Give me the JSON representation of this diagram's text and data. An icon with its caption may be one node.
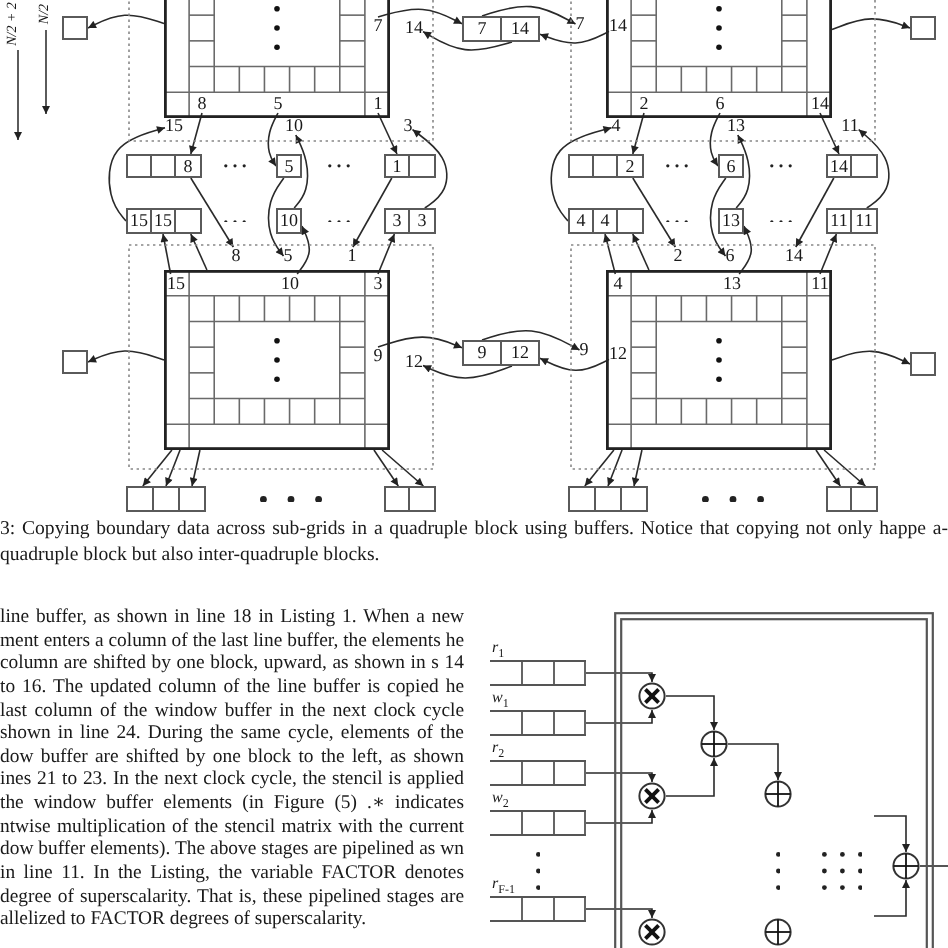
{
  "diagram": {
    "caption": "3: Copying boundary data across sub-grids in a quadruple block using buffers. Notice that copying not only happe a-quadruple block but also inter-quadruple blocks.",
    "nodes": [
      {
        "text": [],
        "shape": "box"
      },
      {
        "text": [],
        "shape": "box"
      },
      {
        "text": [],
        "shape": "grid"
      },
      {
        "text": [
          "7"
        ]
      },
      {
        "text": [
          "14"
        ],
        "in": 1
      },
      {
        "text": [
          "7"
        ]
      },
      {
        "text": [
          "14"
        ]
      },
      {
        "text": [],
        "shape": "box"
      },
      {
        "text": [
          "7"
        ],
        "in": 7
      },
      {
        "text": [],
        "shape": "grid"
      },
      {
        "text": [
          "14"
        ]
      },
      {
        "text": [],
        "shape": "box"
      },
      {
        "text": [
          "8"
        ]
      },
      {
        "text": [
          "5"
        ]
      },
      {
        "text": [
          "1"
        ]
      },
      {
        "text": [
          "2"
        ]
      },
      {
        "text": [
          "6"
        ]
      },
      {
        "text": [
          "14"
        ]
      },
      {
        "text": [
          "15"
        ],
        "in": 1
      },
      {
        "text": [
          "10"
        ],
        "in": 1
      },
      {
        "text": [
          "3"
        ],
        "in": 1
      },
      {
        "text": [
          "4"
        ],
        "in": 7
      },
      {
        "text": [
          "13"
        ],
        "in": 7
      },
      {
        "text": [
          "11"
        ],
        "in": 7
      },
      {
        "text": [],
        "shape": "box"
      },
      {
        "text": [],
        "shape": "box"
      },
      {
        "text": [
          "8"
        ]
      },
      {
        "text": [
          "5"
        ]
      },
      {
        "text": [
          "1"
        ]
      },
      {
        "text": [],
        "shape": "box"
      },
      {
        "text": [],
        "shape": "box"
      },
      {
        "text": [],
        "shape": "box"
      },
      {
        "text": [
          "2"
        ]
      },
      {
        "text": [
          "6"
        ]
      },
      {
        "text": [
          "14"
        ]
      },
      {
        "text": [],
        "shape": "box"
      },
      {
        "text": [
          "15"
        ]
      },
      {
        "text": [
          "15"
        ]
      },
      {
        "text": [],
        "shape": "box"
      },
      {
        "text": [
          "10"
        ]
      },
      {
        "text": [
          "3"
        ]
      },
      {
        "text": [
          "3"
        ]
      },
      {
        "text": [
          "4"
        ]
      },
      {
        "text": [
          "4"
        ]
      },
      {
        "text": [],
        "shape": "box"
      },
      {
        "text": [
          "13"
        ]
      },
      {
        "text": [
          "11"
        ]
      },
      {
        "text": [
          "11"
        ]
      },
      {
        "text": [],
        "shape": "box"
      },
      {
        "text": [
          "8"
        ],
        "in": 48
      },
      {
        "text": [
          "5"
        ],
        "in": 48
      },
      {
        "text": [
          "1"
        ],
        "in": 48
      },
      {
        "text": [],
        "shape": "box"
      },
      {
        "text": [
          "2"
        ],
        "in": 52
      },
      {
        "text": [
          "6"
        ],
        "in": 52
      },
      {
        "text": [
          "14"
        ],
        "in": 52
      },
      {
        "text": [],
        "shape": "grid",
        "in": 48
      },
      {
        "text": [
          "15"
        ],
        "in": 56
      },
      {
        "text": [
          "10"
        ],
        "in": 56
      },
      {
        "text": [
          "3"
        ],
        "in": 56
      },
      {
        "text": [],
        "shape": "grid",
        "in": 52
      },
      {
        "text": [
          "4"
        ],
        "in": 60
      },
      {
        "text": [
          "13"
        ],
        "in": 60
      },
      {
        "text": [
          "11"
        ],
        "in": 60
      },
      {
        "text": [],
        "shape": "box"
      },
      {
        "text": [
          "9"
        ],
        "in": 56
      },
      {
        "text": [
          "12"
        ],
        "in": 48
      },
      {
        "text": [
          "9"
        ]
      },
      {
        "text": [
          "12"
        ]
      },
      {
        "text": [
          "9"
        ],
        "in": 52
      },
      {
        "text": [
          "12"
        ],
        "in": 60
      },
      {
        "text": [],
        "shape": "box"
      },
      {
        "text": [],
        "shape": "box"
      },
      {
        "text": [],
        "shape": "box"
      },
      {
        "text": [],
        "shape": "box"
      },
      {
        "text": [],
        "shape": "box"
      },
      {
        "text": [],
        "shape": "box"
      },
      {
        "text": [],
        "shape": "box"
      },
      {
        "text": [],
        "shape": "box"
      },
      {
        "text": [],
        "shape": "box"
      },
      {
        "text": [],
        "shape": "box"
      },
      {
        "text": [],
        "shape": "box"
      },
      {
        "text": [
          "r$_{1}$"
        ]
      },
      {
        "text": [
          "w$_{1}$"
        ]
      },
      {
        "text": [
          "r$_{2}$"
        ]
      },
      {
        "text": [
          "w$_{2}$"
        ]
      },
      {
        "text": [
          "r$_{F-1}$"
        ]
      },
      {
        "text": [],
        "shape": "box"
      },
      {
        "text": [],
        "shape": "circle",
        "in": 87
      },
      {
        "text": [],
        "shape": "circle",
        "in": 87
      },
      {
        "text": [],
        "shape": "circle",
        "in": 87
      },
      {
        "text": [],
        "shape": "circle",
        "in": 87
      },
      {
        "text": [],
        "shape": "circle",
        "in": 87
      },
      {
        "text": [],
        "shape": "circle",
        "in": 87
      },
      {
        "text": [],
        "shape": "circle",
        "in": 87
      }
    ],
    "edges": [
      {
        "from": 2,
        "to": 0,
        "arrow": "to"
      },
      {
        "from": 3,
        "to": 5,
        "arrow": "to"
      },
      {
        "from": 5,
        "to": 8,
        "arrow": "to"
      },
      {
        "from": 10,
        "to": 6,
        "arrow": "to"
      },
      {
        "from": 6,
        "to": 4,
        "arrow": "to"
      },
      {
        "from": 9,
        "to": 11,
        "arrow": "to"
      },
      {
        "from": 12,
        "to": 26,
        "arrow": "to"
      },
      {
        "from": 26,
        "to": 49,
        "arrow": "to"
      },
      {
        "from": 13,
        "to": 27,
        "arrow": "to"
      },
      {
        "from": 27,
        "to": 50,
        "arrow": "to"
      },
      {
        "from": 14,
        "to": 28,
        "arrow": "to"
      },
      {
        "from": 28,
        "to": 51,
        "arrow": "to"
      },
      {
        "from": 57,
        "to": 37,
        "arrow": "to"
      },
      {
        "from": 36,
        "to": 18,
        "arrow": "to"
      },
      {
        "from": 58,
        "to": 39,
        "arrow": "to"
      },
      {
        "from": 39,
        "to": 19,
        "arrow": "to"
      },
      {
        "from": 59,
        "to": 40,
        "arrow": "to"
      },
      {
        "from": 41,
        "to": 20,
        "arrow": "to"
      },
      {
        "from": 56,
        "to": 38,
        "arrow": "to"
      },
      {
        "from": 15,
        "to": 32,
        "arrow": "to"
      },
      {
        "from": 32,
        "to": 53,
        "arrow": "to"
      },
      {
        "from": 16,
        "to": 33,
        "arrow": "to"
      },
      {
        "from": 33,
        "to": 54,
        "arrow": "to"
      },
      {
        "from": 17,
        "to": 34,
        "arrow": "to"
      },
      {
        "from": 34,
        "to": 55,
        "arrow": "to"
      },
      {
        "from": 61,
        "to": 43,
        "arrow": "to"
      },
      {
        "from": 42,
        "to": 21,
        "arrow": "to"
      },
      {
        "from": 62,
        "to": 45,
        "arrow": "to"
      },
      {
        "from": 45,
        "to": 22,
        "arrow": "to"
      },
      {
        "from": 63,
        "to": 46,
        "arrow": "to"
      },
      {
        "from": 47,
        "to": 23,
        "arrow": "to"
      },
      {
        "from": 60,
        "to": 44,
        "arrow": "to"
      },
      {
        "from": 65,
        "to": 67,
        "arrow": "to"
      },
      {
        "from": 67,
        "to": 69,
        "arrow": "to"
      },
      {
        "from": 70,
        "to": 68,
        "arrow": "to"
      },
      {
        "from": 68,
        "to": 66,
        "arrow": "to"
      },
      {
        "from": 56,
        "to": 64,
        "arrow": "to"
      },
      {
        "from": 60,
        "to": 71,
        "arrow": "to"
      },
      {
        "from": 56,
        "to": 72,
        "arrow": "to"
      },
      {
        "from": 56,
        "to": 73,
        "arrow": "to"
      },
      {
        "from": 56,
        "to": 74,
        "arrow": "to"
      },
      {
        "from": 56,
        "to": 75,
        "arrow": "to"
      },
      {
        "from": 56,
        "to": 76,
        "arrow": "to"
      },
      {
        "from": 60,
        "to": 77,
        "arrow": "to"
      },
      {
        "from": 60,
        "to": 78,
        "arrow": "to"
      },
      {
        "from": 60,
        "to": 79,
        "arrow": "to"
      },
      {
        "from": 60,
        "to": 80,
        "arrow": "to"
      },
      {
        "from": 60,
        "to": 81,
        "arrow": "to"
      },
      {
        "from": 82,
        "to": 88,
        "arrow": "to"
      },
      {
        "from": 83,
        "to": 88,
        "arrow": "to"
      },
      {
        "from": 84,
        "to": 90,
        "arrow": "to"
      },
      {
        "from": 85,
        "to": 90,
        "arrow": "to"
      },
      {
        "from": 88,
        "to": 89,
        "arrow": "to"
      },
      {
        "from": 90,
        "to": 89,
        "arrow": "to"
      },
      {
        "from": 89,
        "to": 91,
        "arrow": "to"
      },
      {
        "from": 86,
        "to": 93,
        "arrow": "to"
      },
      {
        "from": null,
        "to": 92,
        "arrow": "to"
      },
      {
        "from": null,
        "to": 92,
        "arrow": "to"
      },
      {
        "from": 92,
        "to": null,
        "arrow": "none"
      }
    ],
    "labels": [
      "N/2 + 2",
      "N/2",
      "line buffer, as shown in line 18 in Listing 1. When a new ment enters a column of the last line buffer, the elements he column are shifted by one block, upward, as shown in s 14 to 16. The updated column of the line buffer is copied he last column of the window buffer in the next clock cycle shown in line 24. During the same cycle, elements of the dow buffer are shifted by one block to the left, as shown ines 21 to 23. In the next clock cycle, the stencil is applied the window buffer elements (in Figure (5) .∗ indicates ntwise multiplication of the stencil matrix with the current dow buffer elements). The above stages are pipelined as wn in line 11. In the Listing, the variable FACTOR denotes degree of superscalarity. That is, these pipelined stages are allelized to FACTOR degrees of superscalarity."
    ]
  }
}
